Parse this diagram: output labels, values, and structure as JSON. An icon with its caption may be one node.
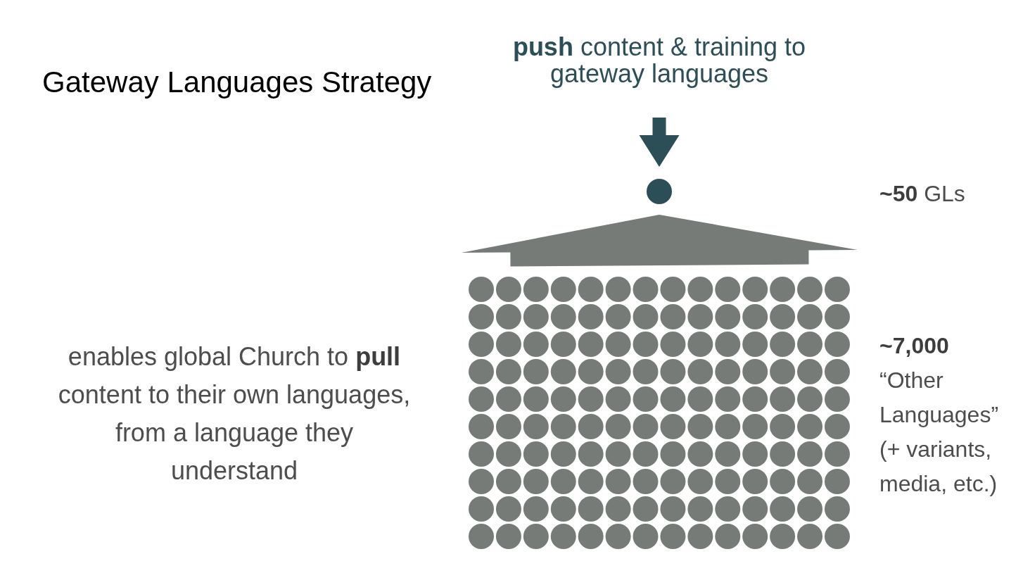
{
  "diagram": {
    "title": "Gateway Languages Strategy",
    "nodes": [
      {
        "text": [
          "**push** content & training to gateway languages"
        ]
      },
      {
        "text": [],
        "shape": "circle"
      },
      {
        "text": [],
        "shape": "picture",
        "beside": [
          "**~7,000** “Other Languages” (+ variants, media, etc.)"
        ]
      }
    ],
    "edges": [
      {
        "from": 0,
        "to": 1,
        "arrow": "to",
        "style": "thick",
        "color": "#2c4f57"
      },
      {
        "from": 2,
        "to": 1,
        "arrow": "to",
        "style": "thick",
        "color": "#767b78"
      }
    ],
    "labels": [
      "**~50** GLs",
      "enables global Church to **pull** content to their own languages, from a language they understand"
    ]
  }
}
